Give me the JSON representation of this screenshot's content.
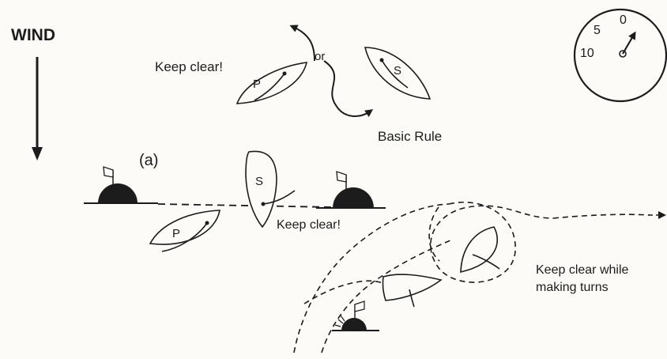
{
  "labels": {
    "wind": "WIND",
    "keep_clear_top": "Keep clear!",
    "or": "or",
    "basic_rule": "Basic Rule",
    "diagram_a": "(a)",
    "keep_clear_mid": "Keep clear!",
    "keep_clear_turns_1": "Keep clear while",
    "keep_clear_turns_2": "making turns"
  },
  "boats": {
    "port_top": "P",
    "starboard_top": "S",
    "starboard_mid": "S",
    "port_mid": "P"
  },
  "clock": {
    "tick_0": "0",
    "tick_5": "5",
    "tick_10": "10"
  },
  "colors": {
    "ink": "#1c1c1c",
    "paper": "#fcfbf7"
  }
}
